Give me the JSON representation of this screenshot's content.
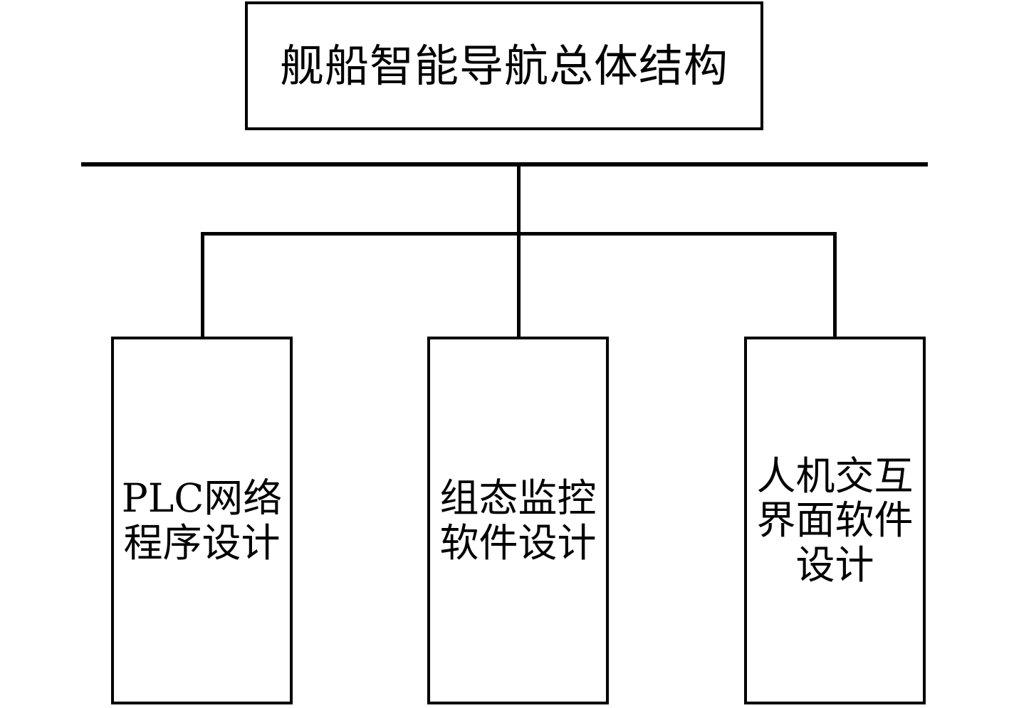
{
  "diagram": {
    "type": "tree-hierarchy",
    "orientation": "top-down",
    "background_color": "#ffffff",
    "line_color": "#000000",
    "text_color": "#000000",
    "root": {
      "id": "title-box",
      "label": "舰船智能导航总体结构"
    },
    "children": [
      {
        "id": "box-1",
        "label": "PLC网络\n程序设计",
        "lines": [
          "PLC网络",
          "程序设计"
        ]
      },
      {
        "id": "box-2",
        "label": "组态监控\n软件设计",
        "lines": [
          "组态监控",
          "软件设计"
        ]
      },
      {
        "id": "box-3",
        "label": "人机交互\n界面软件\n设计",
        "lines": [
          "人机交互",
          "界面软件",
          "设计"
        ]
      }
    ],
    "connectors": {
      "bus_top_label": "top-bus-line",
      "stem_label": "root-stem-line",
      "bus_second_label": "distribution-bus-line",
      "drop_labels": [
        "drop-line-1",
        "drop-line-2",
        "drop-line-3"
      ]
    }
  }
}
